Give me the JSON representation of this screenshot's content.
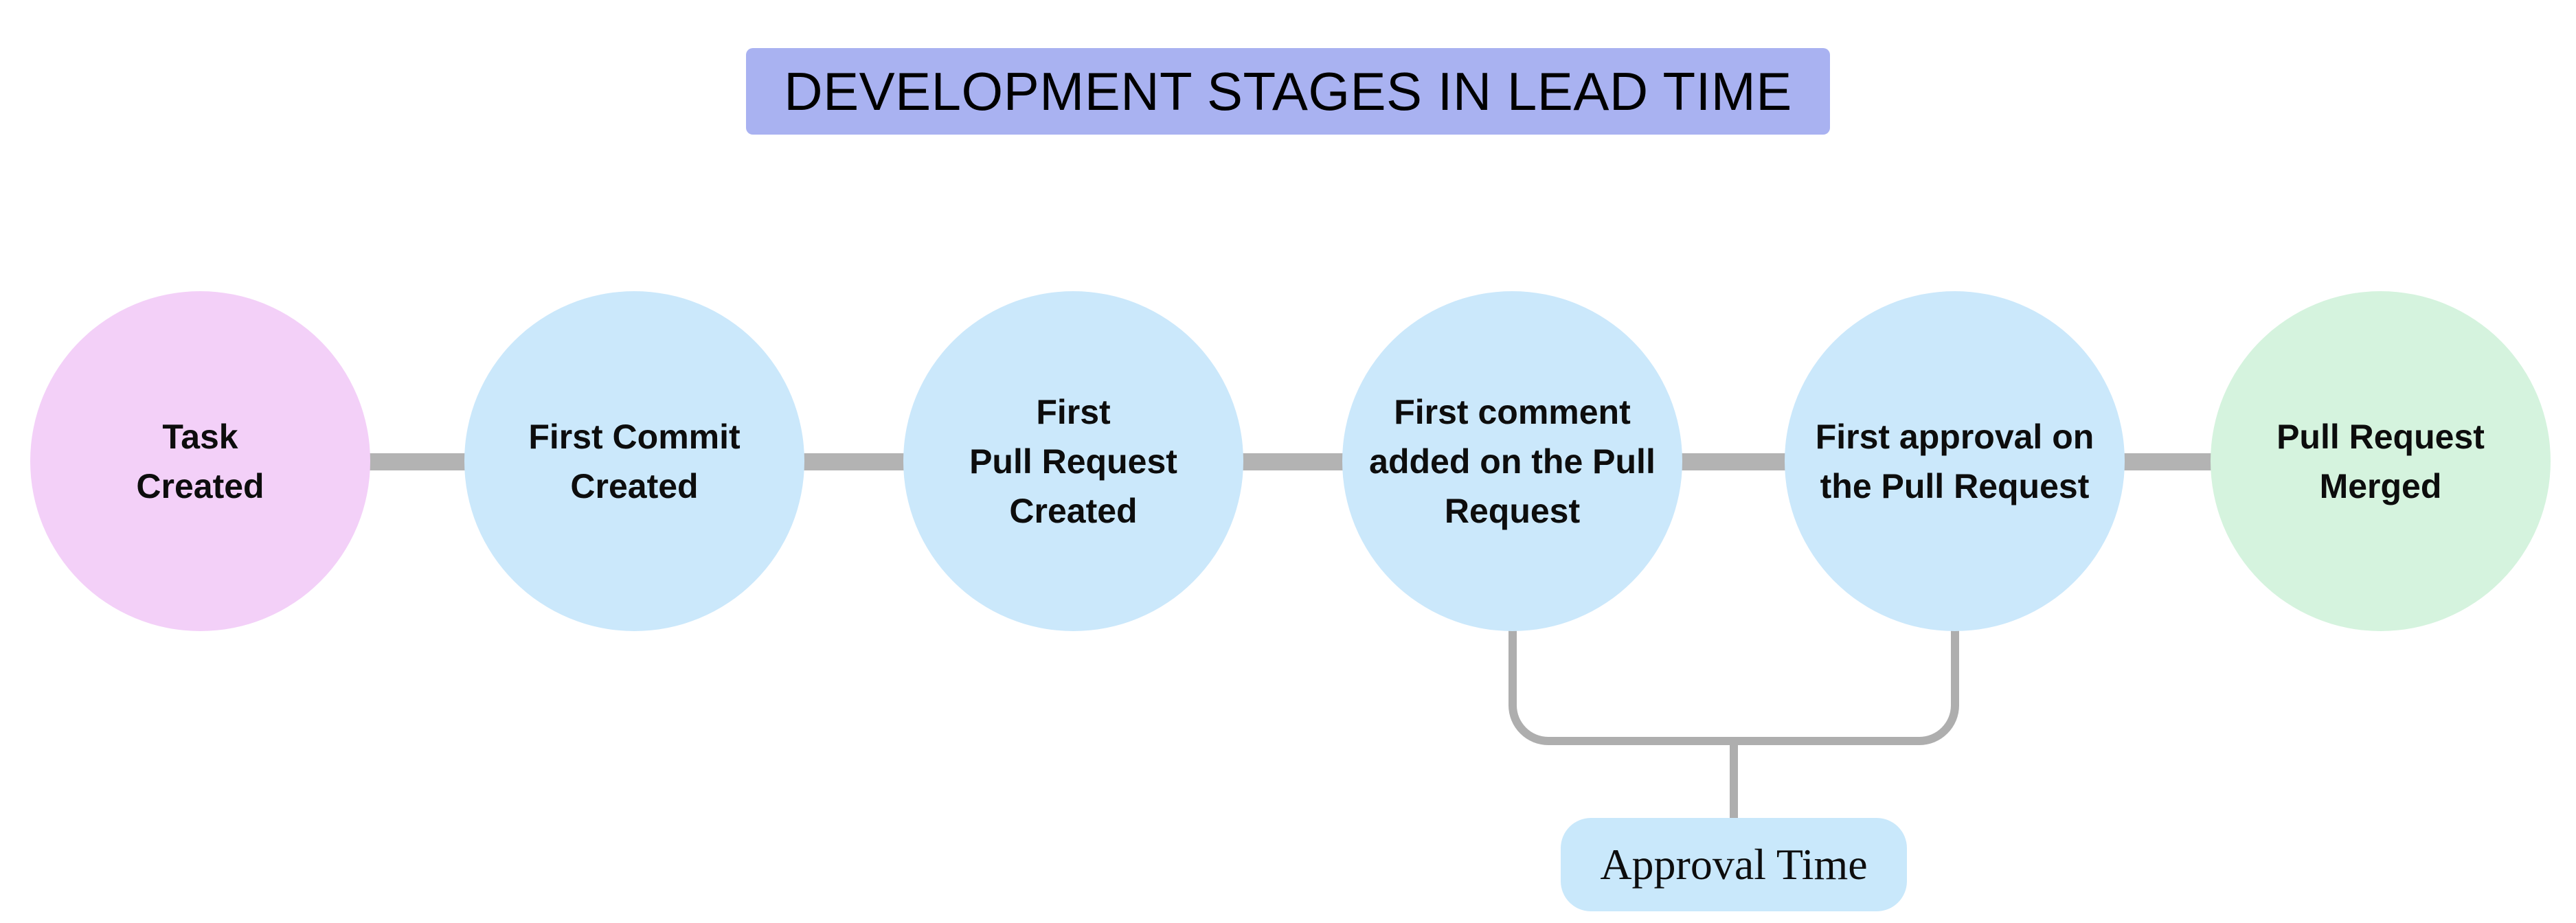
{
  "title": {
    "text": "DEVELOPMENT STAGES IN LEAD TIME",
    "bg": "#a9b2f1"
  },
  "stages": [
    {
      "label": "Task\nCreated",
      "fill": "#f3d0f8",
      "role": "start"
    },
    {
      "label": "First Commit\nCreated",
      "fill": "#cbe8fb",
      "role": "middle"
    },
    {
      "label": "First\nPull Request\nCreated",
      "fill": "#cbe8fb",
      "role": "middle"
    },
    {
      "label": "First comment\nadded on the Pull\nRequest",
      "fill": "#cbe8fb",
      "role": "middle"
    },
    {
      "label": "First approval on\nthe Pull Request",
      "fill": "#cbe8fb",
      "role": "middle"
    },
    {
      "label": "Pull Request\nMerged",
      "fill": "#d5f3de",
      "role": "end"
    }
  ],
  "annotation": {
    "label": "Approval Time",
    "bg": "#c9e8fb",
    "from_stage": 4,
    "to_stage": 5
  },
  "colors": {
    "connector": "#b3b3b3",
    "bracket": "#aeaeae",
    "background": "#ffffff"
  }
}
